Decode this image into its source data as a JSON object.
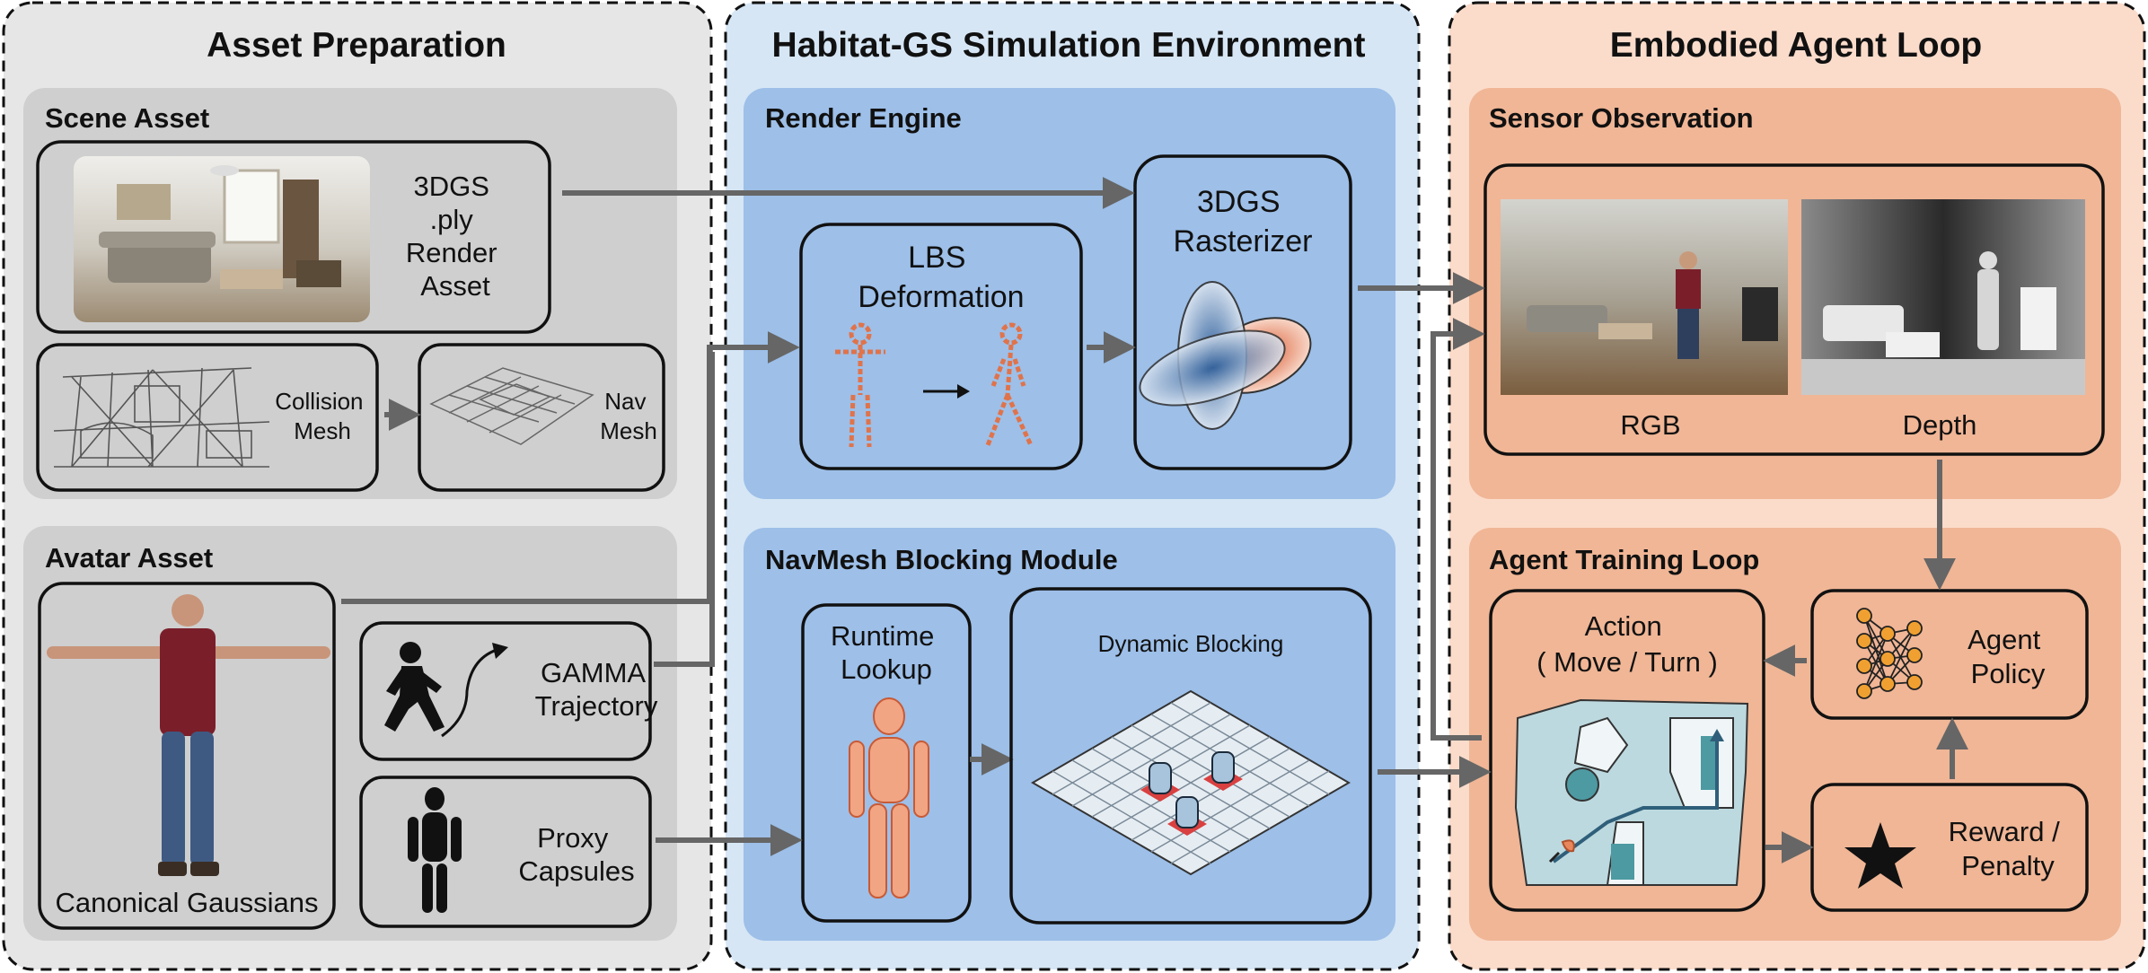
{
  "columns": {
    "asset_preparation": {
      "title": "Asset Preparation",
      "scene_asset": {
        "title": "Scene Asset",
        "render_asset_lines": [
          "3DGS",
          ".ply",
          "Render",
          "Asset"
        ],
        "collision_mesh_lines": [
          "Collision",
          "Mesh"
        ],
        "nav_mesh_lines": [
          "Nav",
          "Mesh"
        ]
      },
      "avatar_asset": {
        "title": "Avatar Asset",
        "canonical_label": "Canonical Gaussians",
        "gamma_lines": [
          "GAMMA",
          "Trajectory"
        ],
        "proxy_lines": [
          "Proxy",
          "Capsules"
        ]
      }
    },
    "simulation": {
      "title": "Habitat-GS Simulation Environment",
      "render_engine": {
        "title": "Render Engine",
        "lbs_lines": [
          "LBS",
          "Deformation"
        ],
        "rasterizer_lines": [
          "3DGS",
          "Rasterizer"
        ]
      },
      "navmesh_module": {
        "title": "NavMesh Blocking Module",
        "runtime_lines": [
          "Runtime",
          "Lookup"
        ],
        "dynamic_label": "Dynamic Blocking"
      }
    },
    "agent_loop": {
      "title": "Embodied Agent Loop",
      "sensor": {
        "title": "Sensor Observation",
        "rgb_label": "RGB",
        "depth_label": "Depth"
      },
      "training": {
        "title": "Agent Training Loop",
        "action_lines": [
          "Action",
          "( Move / Turn )"
        ],
        "policy_lines": [
          "Agent",
          "Policy"
        ],
        "reward_lines": [
          "Reward /",
          "Penalty"
        ]
      }
    }
  },
  "colors": {
    "asset_bg": "#e6e6e6",
    "asset_panel": "#cfcfcf",
    "sim_bg": "#d6e6f5",
    "sim_panel": "#9dbfe8",
    "agent_bg": "#fbdccb",
    "agent_panel": "#f0b696",
    "arrow": "#666666",
    "accent_orange": "#e8865c",
    "policy_node": "#f0a030"
  }
}
